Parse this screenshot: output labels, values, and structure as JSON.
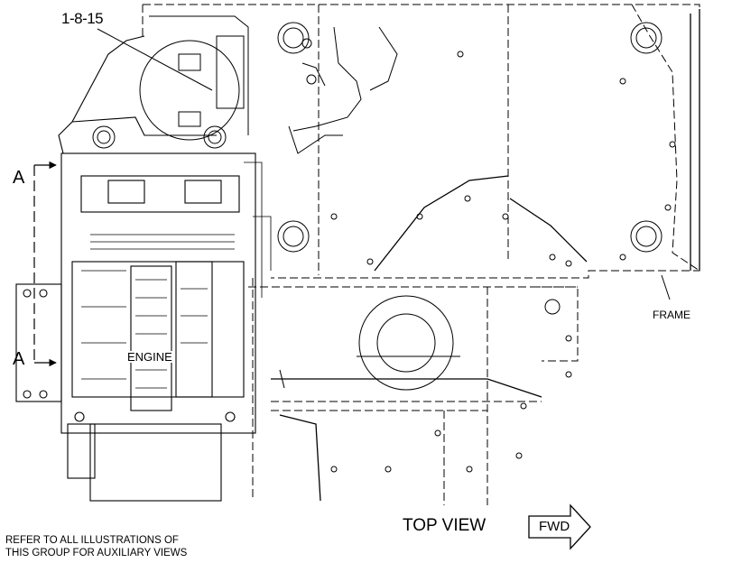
{
  "labels": {
    "callout": "1-8-15",
    "section_top": "A",
    "section_bottom": "A",
    "engine": "ENGINE",
    "frame": "FRAME",
    "view_title": "TOP VIEW",
    "direction": "FWD",
    "note_line1": "REFER TO ALL ILLUSTRATIONS OF",
    "note_line2": "THIS GROUP FOR AUXILIARY VIEWS"
  },
  "colors": {
    "ink": "#000000",
    "paper": "#ffffff"
  }
}
